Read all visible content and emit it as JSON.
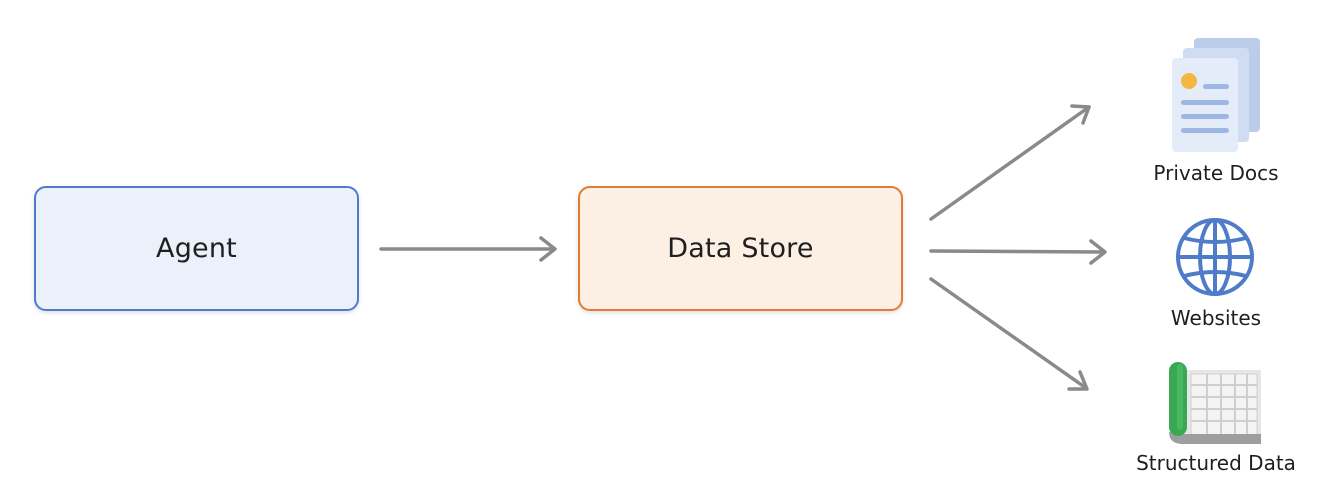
{
  "nodes": {
    "agent": {
      "label": "Agent"
    },
    "data_store": {
      "label": "Data Store"
    }
  },
  "sources": [
    {
      "label": "Private Docs",
      "icon": "documents-icon"
    },
    {
      "label": "Websites",
      "icon": "globe-icon"
    },
    {
      "label": "Structured Data",
      "icon": "spreadsheet-icon"
    }
  ],
  "colors": {
    "agent_border": "#4f7cc9",
    "agent_fill": "#eaf1fb",
    "store_border": "#e07b39",
    "store_fill": "#fcefe4",
    "arrow": "#8a8a8a",
    "globe": "#4f7cc9",
    "doc_paper": "#e4ecf9",
    "doc_back": "#bccdeb",
    "doc_dot": "#f4b63f",
    "sheet_green": "#3aa853",
    "sheet_grey": "#d9d9d9"
  }
}
